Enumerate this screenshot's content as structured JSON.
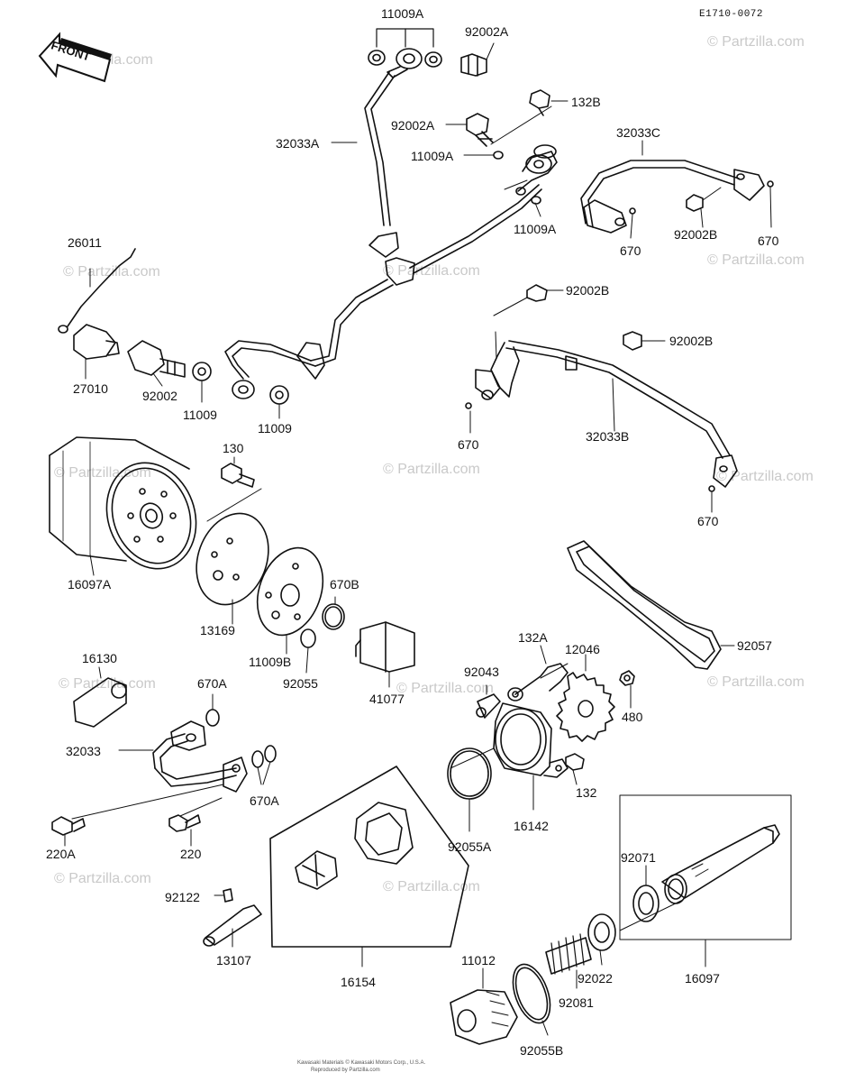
{
  "figure_ref": "E1710-0072",
  "front_label": "FRONT",
  "watermark": "© Partzilla.com",
  "copyright": [
    "Kawasaki Materials © Kawasaki Motors Corp., U.S.A.",
    "Reproduced by Partzilla.com"
  ],
  "labels": {
    "p11009A_top": "11009A",
    "p92002A_top": "92002A",
    "p132B": "132B",
    "p92002A_mid": "92002A",
    "p11009A_mid1": "11009A",
    "p11009A_mid2": "11009A",
    "p32033A": "32033A",
    "p32033C": "32033C",
    "p670_c1": "670",
    "p92002B_c": "92002B",
    "p670_c2": "670",
    "p26011": "26011",
    "p27010": "27010",
    "p92002": "92002",
    "p11009_a": "11009",
    "p11009_b": "11009",
    "p92002B_b1": "92002B",
    "p92002B_b2": "92002B",
    "p670_b1": "670",
    "p32033B": "32033B",
    "p670_b2": "670",
    "p130": "130",
    "p16097A": "16097A",
    "p13169": "13169",
    "p11009B": "11009B",
    "p670B": "670B",
    "p92055": "92055",
    "p41077": "41077",
    "p92057": "92057",
    "p16130": "16130",
    "p670A_a": "670A",
    "p32033": "32033",
    "p670A_b": "670A",
    "p220A": "220A",
    "p220": "220",
    "p132A": "132A",
    "p12046": "12046",
    "p92043": "92043",
    "p480": "480",
    "p132": "132",
    "p16142": "16142",
    "p92055A": "92055A",
    "p92122": "92122",
    "p13107": "13107",
    "p16154": "16154",
    "p92071": "92071",
    "p16097": "16097",
    "p92022": "92022",
    "p92081": "92081",
    "p11012": "11012",
    "p92055B": "92055B"
  }
}
